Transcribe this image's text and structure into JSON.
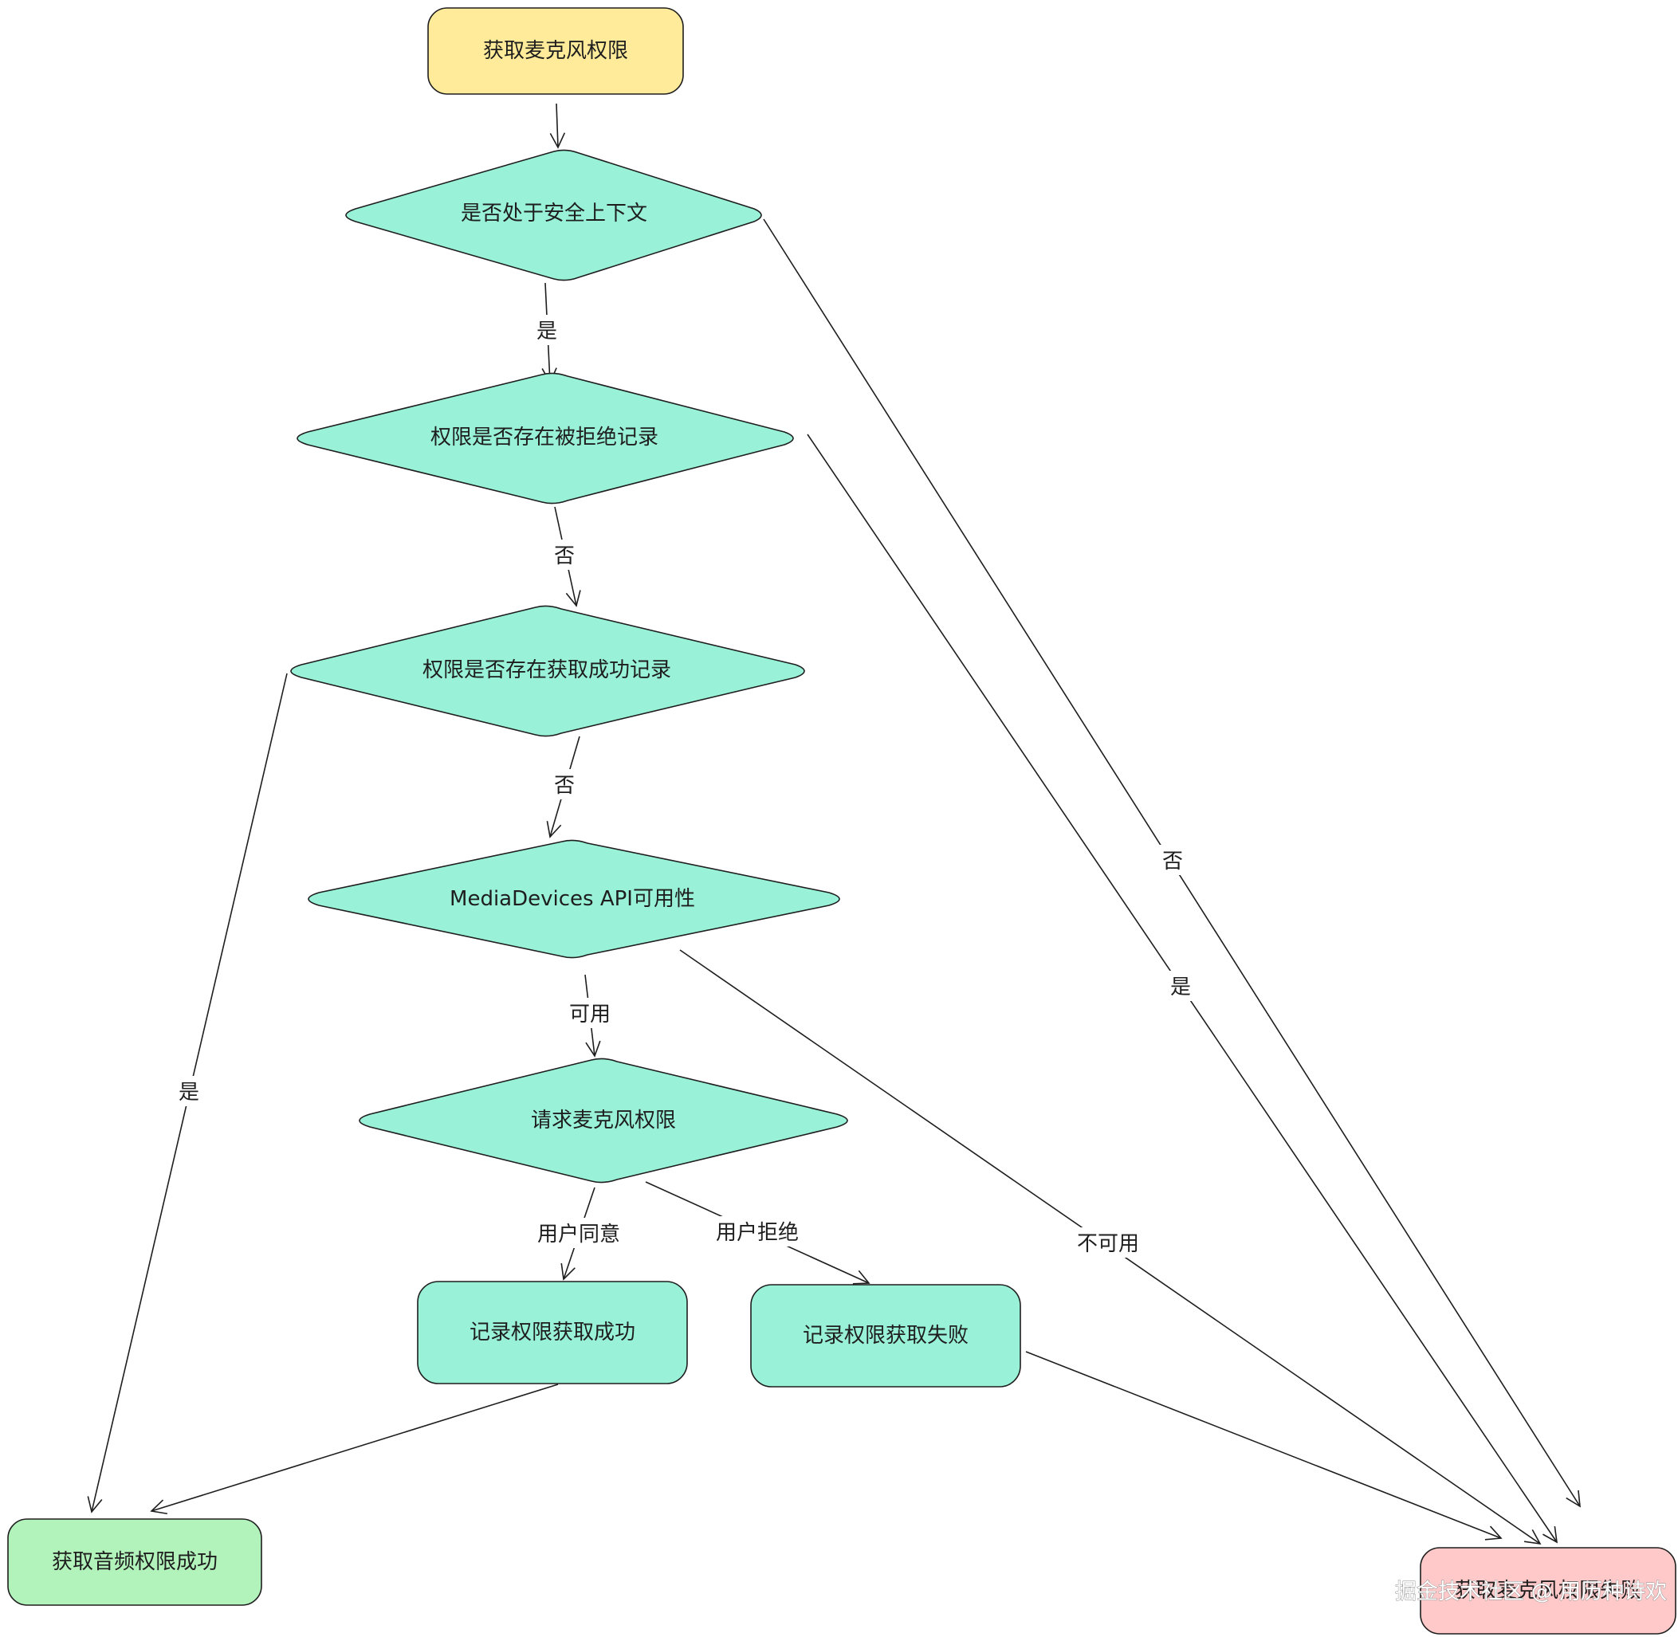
{
  "colors": {
    "start": "#ffeb99",
    "process": "#99f2d8",
    "success": "#b2f2bb",
    "failure": "#ffc9c9",
    "stroke": "#1e1e1e"
  },
  "nodes": {
    "start": {
      "label": "获取麦克风权限"
    },
    "secure_context": {
      "label": "是否处于安全上下文"
    },
    "denied_record": {
      "label": "权限是否存在被拒绝记录"
    },
    "success_record": {
      "label": "权限是否存在获取成功记录"
    },
    "mediadevices": {
      "label": "MediaDevices API可用性"
    },
    "request_permission": {
      "label": "请求麦克风权限"
    },
    "record_success": {
      "label": "记录权限获取成功"
    },
    "record_failure": {
      "label": "记录权限获取失败"
    },
    "audio_success": {
      "label": "获取音频权限成功"
    },
    "mic_failure": {
      "label": "获取麦克风权限失败"
    }
  },
  "edges": {
    "secure_yes": "是",
    "secure_no": "否",
    "denied_no": "否",
    "denied_yes": "是",
    "success_record_no": "否",
    "success_record_yes": "是",
    "api_available": "可用",
    "api_unavailable": "不可用",
    "user_agree": "用户同意",
    "user_reject": "用户拒绝"
  },
  "watermark": "掘金技术社区 @ 用历种诗欢"
}
